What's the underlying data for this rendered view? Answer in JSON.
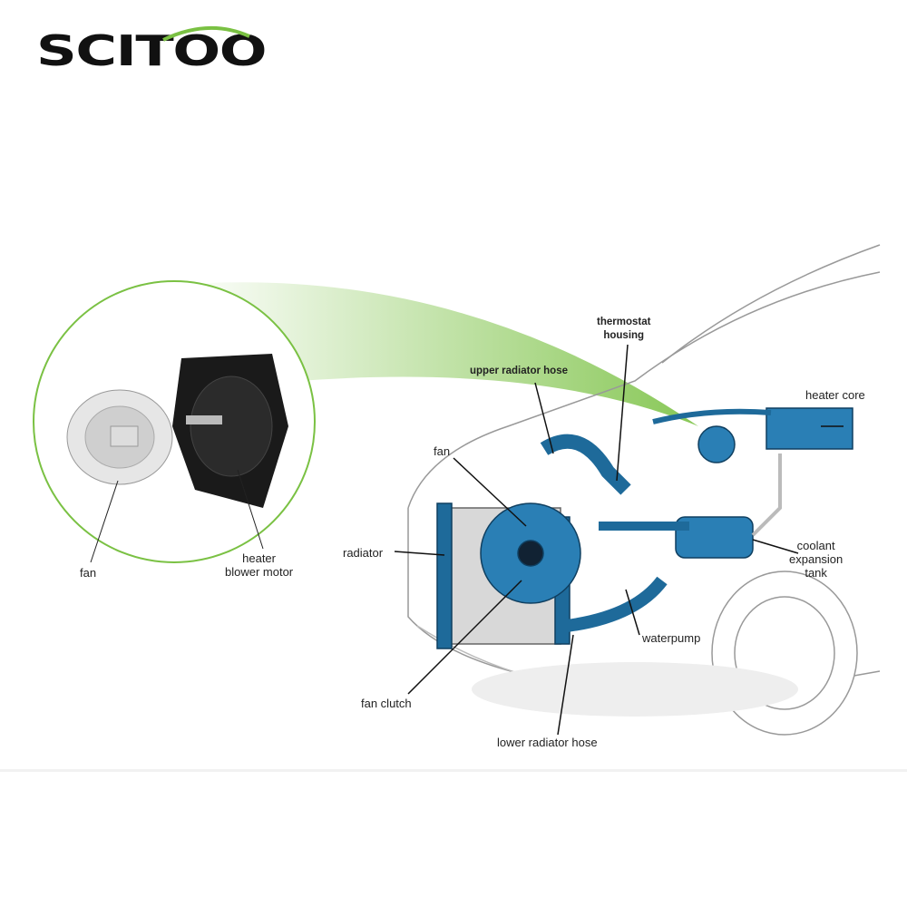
{
  "brand": {
    "logo_text": "SCITOO",
    "accent": "#7ac143"
  },
  "inset_labels": {
    "fan": "fan",
    "heater_blower_motor": "heater\nblower motor"
  },
  "car_labels": {
    "thermostat_housing": "thermostat\nhousing",
    "upper_radiator_hose": "upper radiator hose",
    "fan": "fan",
    "heater_core": "heater core",
    "radiator": "radiator",
    "coolant_expansion_tank": "coolant\nexpansion\ntank",
    "waterpump": "waterpump",
    "fan_clutch": "fan clutch",
    "lower_radiator_hose": "lower radiator hose"
  },
  "colors": {
    "coolant_blue": "#1e6a9a",
    "green": "#7ac143",
    "line": "#222222"
  }
}
